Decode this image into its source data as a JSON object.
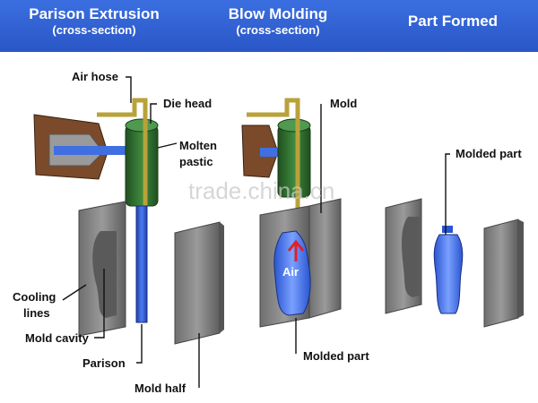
{
  "header": {
    "col1": {
      "title": "Parison Extrusion",
      "subtitle": "(cross-section)"
    },
    "col2": {
      "title": "Blow Molding",
      "subtitle": "(cross-section)"
    },
    "col3": {
      "title": "Part Formed",
      "subtitle": ""
    }
  },
  "labels": {
    "air_hose": "Air hose",
    "die_head": "Die head",
    "molten_line1": "Molten",
    "molten_line2": "pastic",
    "cooling_line1": "Cooling",
    "cooling_line2": "lines",
    "mold_cavity": "Mold cavity",
    "parison": "Parison",
    "mold_half": "Mold half",
    "mold": "Mold",
    "air": "Air",
    "molded_part_blow": "Molded part",
    "molded_part_formed": "Molded part"
  },
  "watermark": "trade.china.cn",
  "colors": {
    "header": "#2f5fd6",
    "parison": "#3f6fe0",
    "mold": "#8a8a8a",
    "die": "#2f6b2f",
    "air_arrow": "#e0202a"
  }
}
